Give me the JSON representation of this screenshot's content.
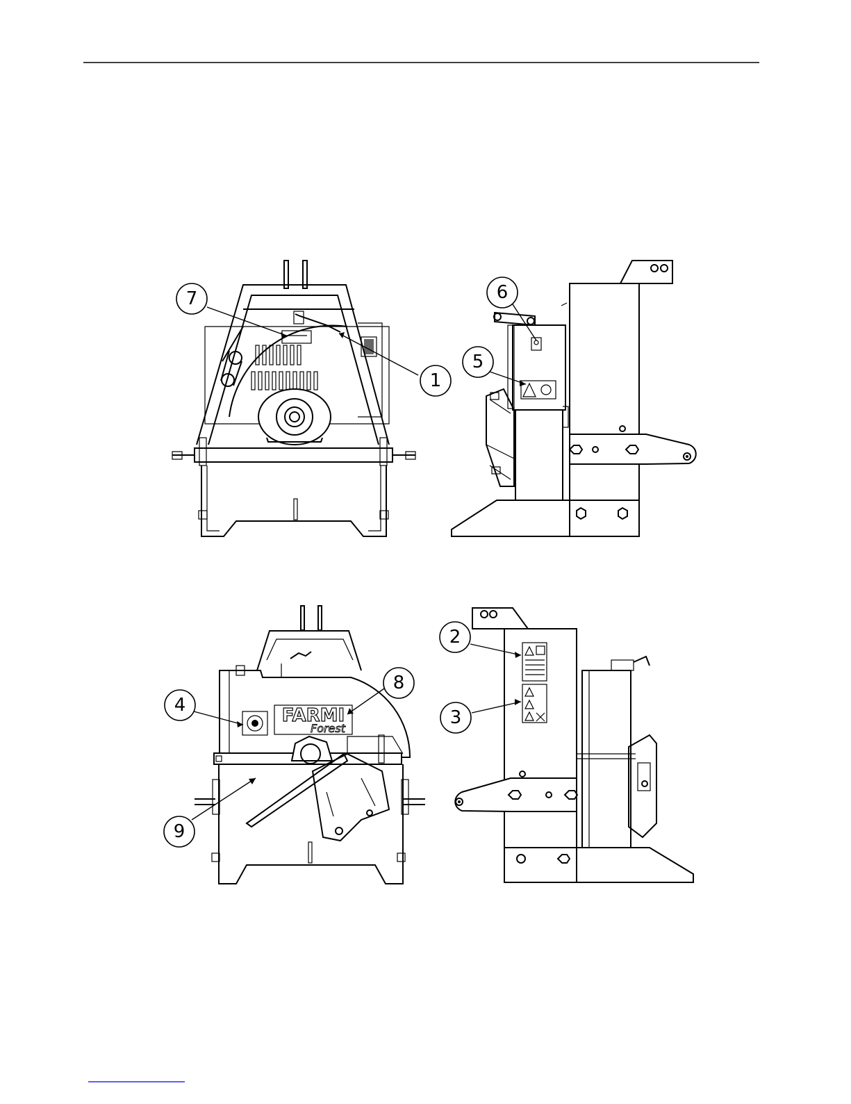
{
  "callouts": [
    {
      "id": "1",
      "label": "1"
    },
    {
      "id": "2",
      "label": "2"
    },
    {
      "id": "3",
      "label": "3"
    },
    {
      "id": "4",
      "label": "4"
    },
    {
      "id": "5",
      "label": "5"
    },
    {
      "id": "6",
      "label": "6"
    },
    {
      "id": "7",
      "label": "7"
    },
    {
      "id": "8",
      "label": "8"
    },
    {
      "id": "9",
      "label": "9"
    }
  ],
  "brand_decal": {
    "line1": "FARMI",
    "line2": "Forest"
  },
  "colors": {
    "ink": "#000000",
    "paper": "#ffffff",
    "link": "#0000ff"
  }
}
